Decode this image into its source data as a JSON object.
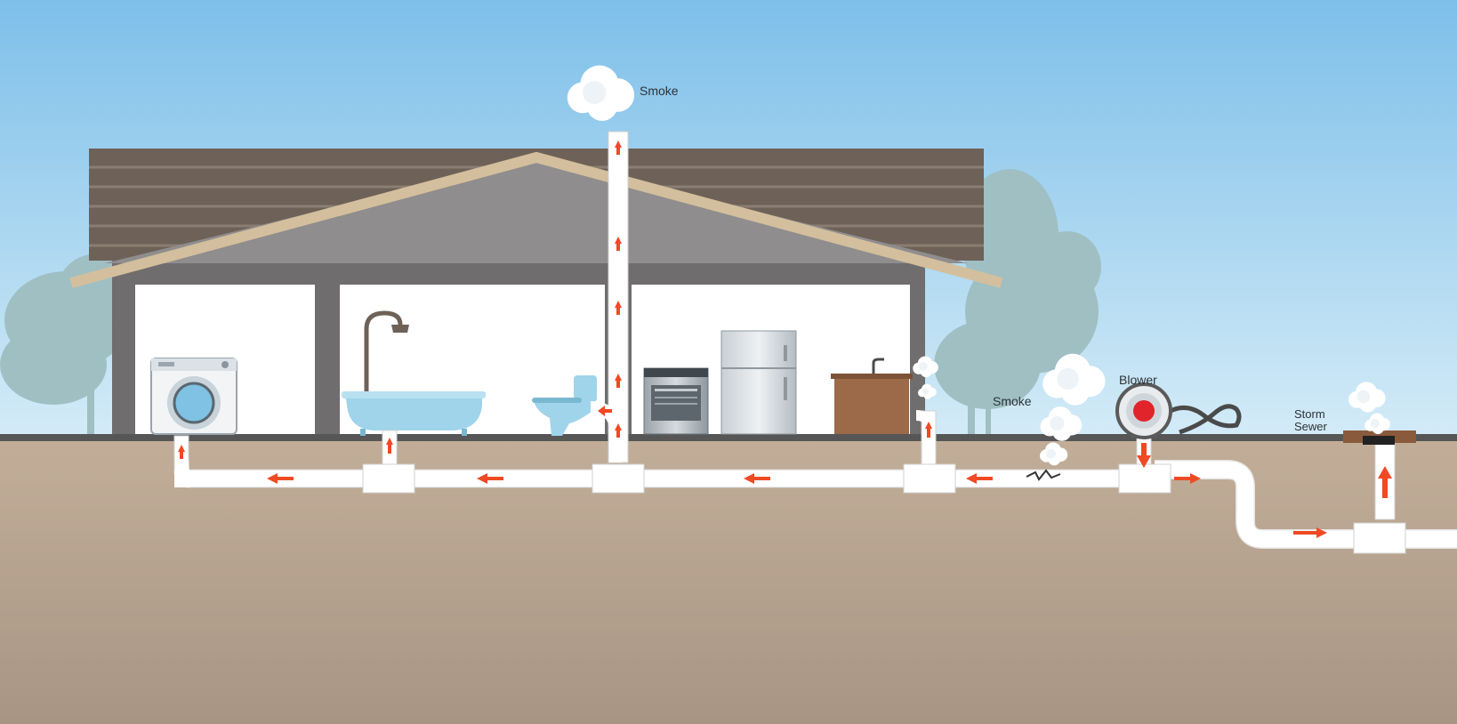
{
  "labels": {
    "smoke_vent": "Smoke",
    "smoke_leak": "Smoke",
    "blower": "Blower",
    "storm_sewer_line1": "Storm",
    "storm_sewer_line2": "Sewer"
  },
  "colors": {
    "sky_top": "#7dbfe9",
    "sky_bottom": "#d3ebf7",
    "ground": "#b9a590",
    "roof": "#6e6157",
    "wall": "#6f6d6d",
    "pipe": "#ffffff",
    "arrow": "#ef4a23",
    "tree": "#9fbfc3",
    "smoke": "#ffffff",
    "fixture_blue": "#9fd4ea"
  },
  "icons": [
    "tree-icon",
    "house-icon",
    "roof-icon",
    "washing-machine-icon",
    "bathtub-icon",
    "shower-head-icon",
    "toilet-icon",
    "stove-icon",
    "refrigerator-icon",
    "sink-cabinet-icon",
    "vent-stack-icon",
    "smoke-cloud-icon",
    "blower-icon",
    "crack-icon",
    "storm-drain-icon",
    "flow-arrow-icon"
  ]
}
